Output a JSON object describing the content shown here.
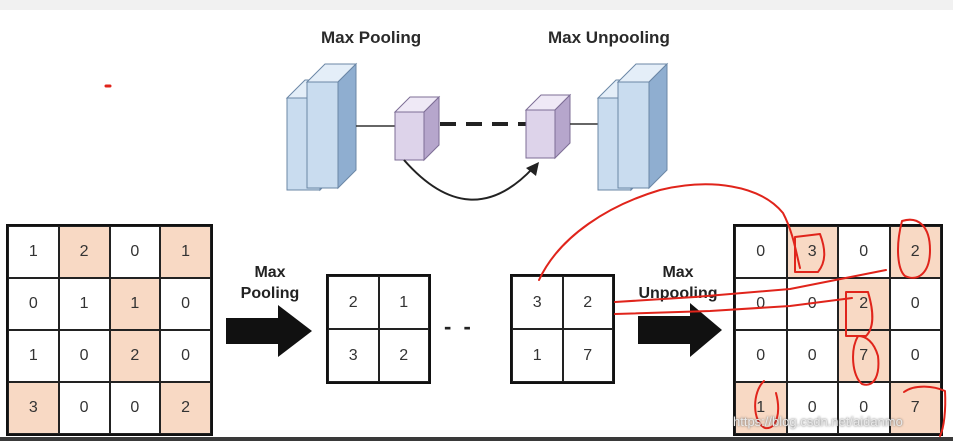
{
  "titles": {
    "max_pooling": "Max Pooling",
    "max_unpooling": "Max Unpooling"
  },
  "arrows": {
    "pooling_line1": "Max",
    "pooling_line2": "Pooling",
    "unpooling_line1": "Max",
    "unpooling_line2": "Unpooling"
  },
  "input_grid": [
    [
      {
        "v": "1",
        "hl": false
      },
      {
        "v": "2",
        "hl": true
      },
      {
        "v": "0",
        "hl": false
      },
      {
        "v": "1",
        "hl": true
      }
    ],
    [
      {
        "v": "0",
        "hl": false
      },
      {
        "v": "1",
        "hl": false
      },
      {
        "v": "1",
        "hl": true
      },
      {
        "v": "0",
        "hl": false
      }
    ],
    [
      {
        "v": "1",
        "hl": false
      },
      {
        "v": "0",
        "hl": false
      },
      {
        "v": "2",
        "hl": true
      },
      {
        "v": "0",
        "hl": false
      }
    ],
    [
      {
        "v": "3",
        "hl": true
      },
      {
        "v": "0",
        "hl": false
      },
      {
        "v": "0",
        "hl": false
      },
      {
        "v": "2",
        "hl": true
      }
    ]
  ],
  "pooled_grid": [
    [
      "2",
      "1"
    ],
    [
      "3",
      "2"
    ]
  ],
  "ellipsis": "- -",
  "unpool_input_grid": [
    [
      "3",
      "2"
    ],
    [
      "1",
      "7"
    ]
  ],
  "output_grid": [
    [
      {
        "v": "0",
        "hl": false
      },
      {
        "v": "3",
        "hl": true
      },
      {
        "v": "0",
        "hl": false
      },
      {
        "v": "2",
        "hl": true
      }
    ],
    [
      {
        "v": "0",
        "hl": false
      },
      {
        "v": "0",
        "hl": false
      },
      {
        "v": "2",
        "hl": true
      },
      {
        "v": "0",
        "hl": false
      }
    ],
    [
      {
        "v": "0",
        "hl": false
      },
      {
        "v": "0",
        "hl": false
      },
      {
        "v": "7",
        "hl": true
      },
      {
        "v": "0",
        "hl": false
      }
    ],
    [
      {
        "v": "1",
        "hl": true
      },
      {
        "v": "0",
        "hl": false
      },
      {
        "v": "0",
        "hl": false
      },
      {
        "v": "7",
        "hl": true
      }
    ]
  ],
  "watermark": "https://blog.csdn.net/aidanmo",
  "colors": {
    "highlight": "#f8d9c4",
    "layer_blue": "#c9dcef",
    "layer_purple": "#ddd3ea",
    "annotation_red": "#e0241b"
  }
}
